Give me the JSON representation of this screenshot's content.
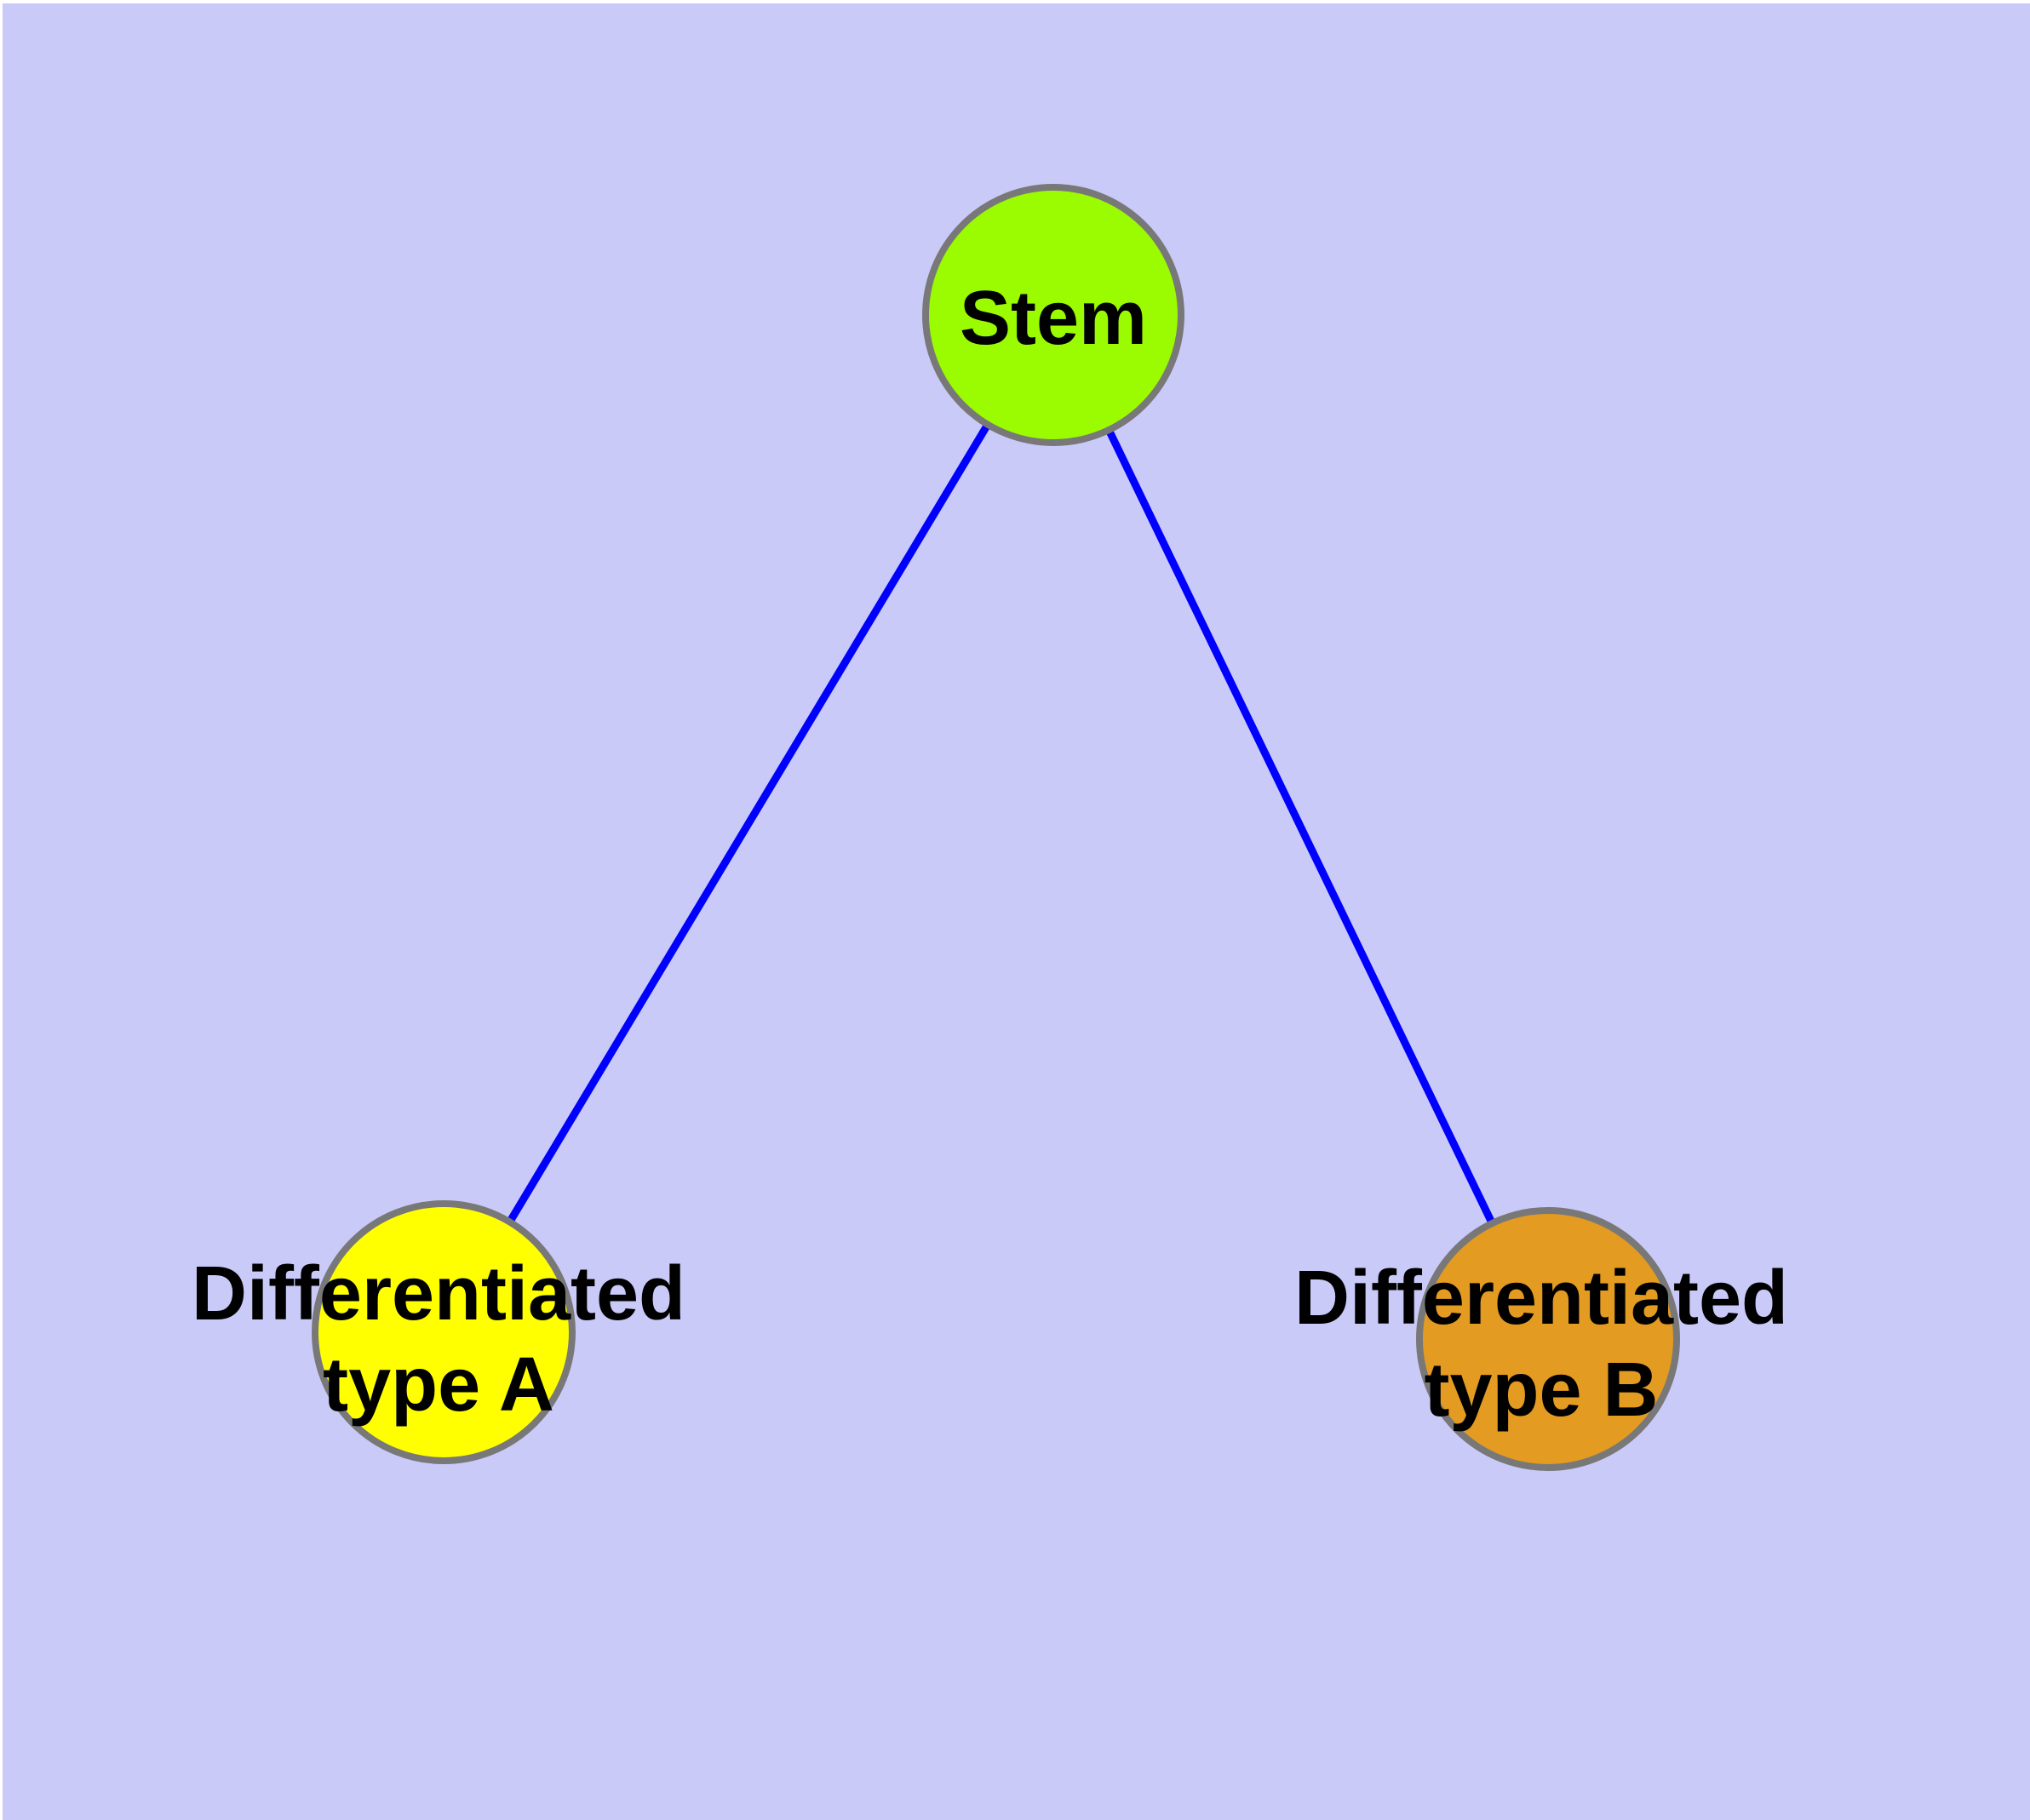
{
  "canvas": {
    "background_color": "#CACAF8",
    "page_color": "#FFFFFF"
  },
  "nodes": {
    "stem": {
      "label": "Stem",
      "shape": "circle",
      "fill": "#9BFB00",
      "border_color": "#787878"
    },
    "diff_a": {
      "label": "Differentiated type A",
      "label_line1": "Differentiated",
      "label_line2": "type A",
      "shape": "circle",
      "fill": "#FFFF00",
      "border_color": "#787878"
    },
    "diff_b": {
      "label": "Differentiated type B",
      "label_line1": "Differentiated",
      "label_line2": "type B",
      "shape": "circle",
      "fill": "#E39B21",
      "border_color": "#787878"
    }
  },
  "edges": {
    "color": "#0000FF",
    "list": [
      {
        "from": "Stem",
        "to": "Differentiated type A"
      },
      {
        "from": "Stem",
        "to": "Differentiated type B"
      }
    ]
  }
}
